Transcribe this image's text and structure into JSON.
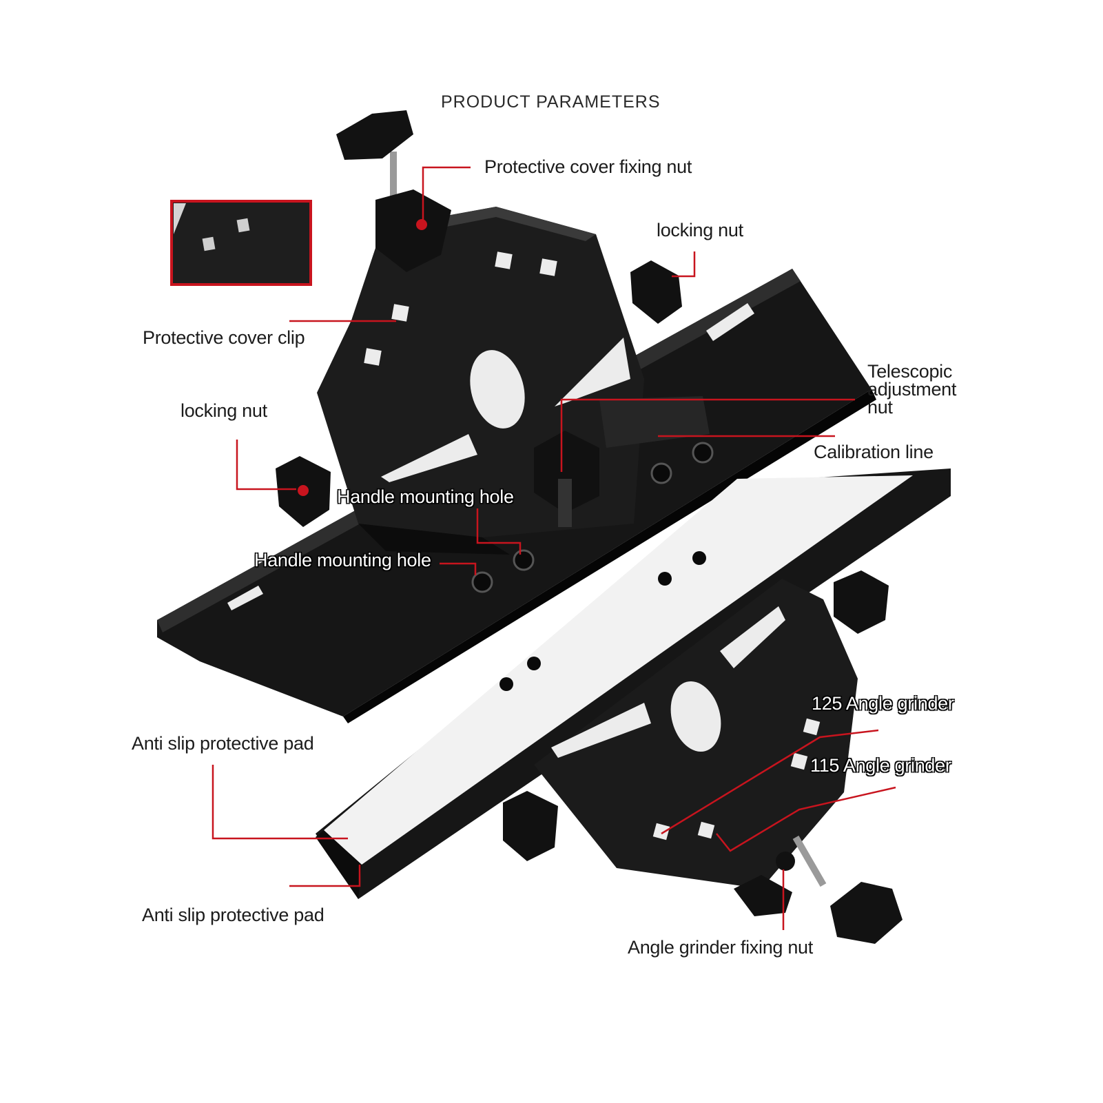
{
  "title": "PRODUCT PARAMETERS",
  "labels": {
    "protective_cover_fixing_nut": "Protective cover fixing nut",
    "locking_nut_top": "locking nut",
    "protective_cover_clip": "Protective cover clip",
    "telescopic_adjustment_nut": "Telescopic\nadjustment\nnut",
    "locking_nut_left": "locking nut",
    "calibration_line": "Calibration line",
    "handle_mounting_hole_upper": "Handle mounting hole",
    "handle_mounting_hole_lower": "Handle mounting hole",
    "anti_slip_pad_upper": "Anti slip protective pad",
    "angle_grinder_125": "125 Angle grinder",
    "angle_grinder_115": "115 Angle grinder",
    "anti_slip_pad_lower": "Anti slip protective pad",
    "angle_grinder_fixing_nut": "Angle grinder fixing nut"
  },
  "colors": {
    "leader": "#c8141e",
    "metal": "#161616",
    "highlight": "#3a3a3a",
    "pad": "#f2f2f2"
  }
}
